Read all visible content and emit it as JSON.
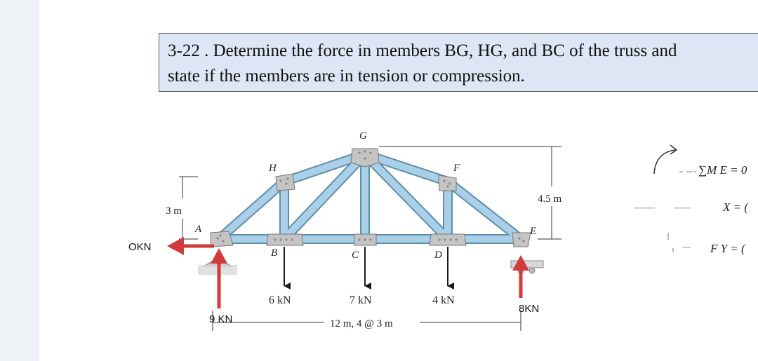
{
  "problem": {
    "text_line1": "3-22 . Determine the force in members BG, HG, and BC of the truss and",
    "text_line2": "state if the members are in tension or compression."
  },
  "joints": {
    "A": "A",
    "B": "B",
    "C": "C",
    "D": "D",
    "E": "E",
    "F": "F",
    "G": "G",
    "H": "H"
  },
  "dimensions": {
    "left_height": "3 m",
    "right_height": "4.5 m",
    "span": "12 m, 4 @ 3 m"
  },
  "loads": {
    "b": "6 kN",
    "c": "7 kN",
    "d": "4 kN"
  },
  "reactions": {
    "horizontal_a": "OKN",
    "vertical_a": "9 KN",
    "vertical_e": "8KN"
  },
  "equations": {
    "moment": "∑M E = 0",
    "sum_x": "X = (",
    "sum_y": "F Y = ("
  },
  "colors": {
    "member": "#9ec6e0",
    "member_edge": "#5e8faa",
    "reaction_arrow": "#d23b3b",
    "box_background": "#dde6f4"
  }
}
